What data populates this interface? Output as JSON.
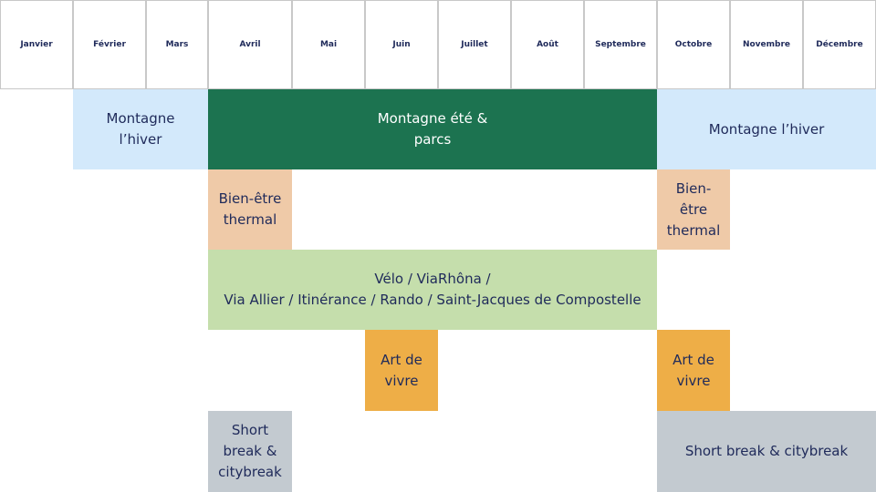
{
  "chart_data": {
    "type": "table",
    "months": [
      "Janvier",
      "Février",
      "Mars",
      "Avril",
      "Mai",
      "Juin",
      "Juillet",
      "Août",
      "Septembre",
      "Octobre",
      "Novembre",
      "Décembre"
    ],
    "activities": [
      {
        "label": "Montagne\n l’hiver",
        "start": 1,
        "end": 3,
        "color": "#d3e9fb",
        "text_color": "#1f2a5a"
      },
      {
        "label": "Montagne été &\nparcs",
        "start": 3,
        "end": 9,
        "color": "#1c7350",
        "text_color": "#ffffff"
      },
      {
        "label": "Montagne l’hiver",
        "start": 9,
        "end": 12,
        "color": "#d3e9fb",
        "text_color": "#1f2a5a"
      },
      {
        "label": "Bien-être thermal",
        "start": 3,
        "end": 4,
        "color": "#efcaa8",
        "text_color": "#1f2a5a"
      },
      {
        "label": "Bien-être thermal",
        "start": 9,
        "end": 10,
        "color": "#efcaa8",
        "text_color": "#1f2a5a"
      },
      {
        "label": "Vélo / ViaRhôna /\nVia Allier / Itinérance / Rando / Saint-Jacques de Compostelle",
        "start": 3,
        "end": 9,
        "color": "#c5deac",
        "text_color": "#1f2a5a"
      },
      {
        "label": "Art de vivre",
        "start": 5,
        "end": 6,
        "color": "#eeae47",
        "text_color": "#1f2a5a"
      },
      {
        "label": "Art de vivre",
        "start": 9,
        "end": 10,
        "color": "#eeae47",
        "text_color": "#1f2a5a"
      },
      {
        "label": "Short break &\ncitybreak",
        "start": 3,
        "end": 4,
        "color": "#c3cad0",
        "text_color": "#1f2a5a"
      },
      {
        "label": "Short break & citybreak",
        "start": 9,
        "end": 12,
        "color": "#c3cad0",
        "text_color": "#1f2a5a"
      }
    ]
  }
}
